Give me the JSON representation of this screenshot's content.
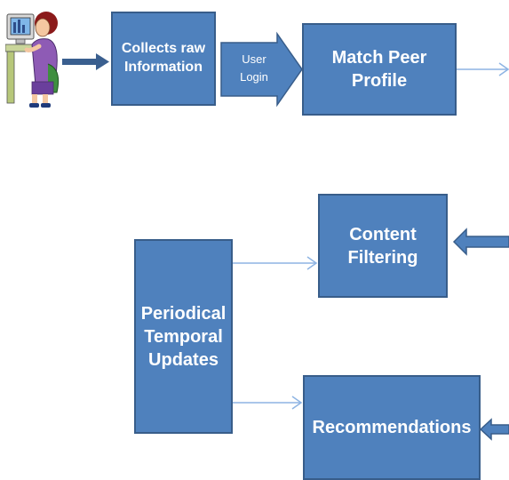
{
  "nodes": {
    "collect": {
      "line1": "Collects raw",
      "line2": "Information"
    },
    "user_login": {
      "line1": "User",
      "line2": "Login"
    },
    "match": {
      "line1": "Match Peer",
      "line2": "Profile"
    },
    "content": {
      "line1": "Content",
      "line2": "Filtering"
    },
    "periodical": {
      "line1": "Periodical",
      "line2": "Temporal",
      "line3": "Updates"
    },
    "recommend": {
      "label": "Recommendations"
    }
  },
  "colors": {
    "box_fill": "#4f81bd",
    "box_border": "#385d8a",
    "connector": "#8eb4e3",
    "arrow_dark": "#3a5f8f"
  },
  "icons": [
    "user-at-computer-icon"
  ]
}
